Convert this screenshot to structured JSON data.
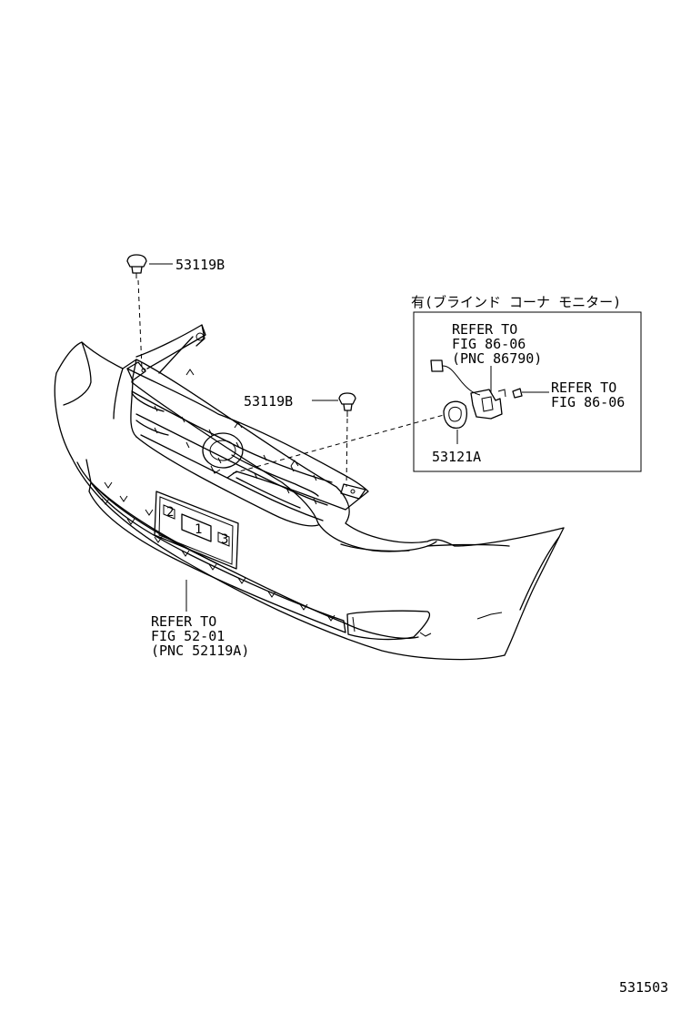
{
  "labels": {
    "clip_top": "53119B",
    "clip_mid": "53119B",
    "option_header": "有(ブラインド コーナ モニター)",
    "inset_refer_1": "REFER TO",
    "inset_fig_1": "FIG 86-06",
    "inset_pnc_1": "(PNC 86790)",
    "inset_refer_2": "REFER TO",
    "inset_fig_2": "FIG 86-06",
    "inset_part": "53121A",
    "bumper_refer": "REFER TO",
    "bumper_fig": "FIG 52-01",
    "bumper_pnc": "(PNC 52119A)",
    "figure_number": "531503"
  },
  "plate_marks": {
    "left": "2",
    "center": "1",
    "right": "3"
  }
}
